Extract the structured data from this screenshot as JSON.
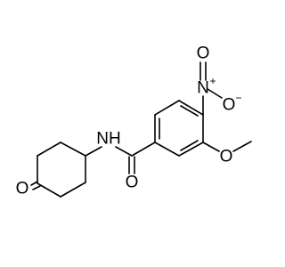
{
  "molecule": {
    "atoms": {
      "ketone_oxygen": "O",
      "amide_nitrogen": "NH",
      "amide_oxygen": "O",
      "ether_oxygen": "O",
      "nitro_nitrogen": "N",
      "nitro_nitrogen_charge": "+",
      "nitro_oxygen": "O",
      "nitro_oxygen_charge": "−"
    },
    "colors": {
      "bond": "#000000",
      "label": "#000000",
      "background": "#ffffff"
    }
  }
}
